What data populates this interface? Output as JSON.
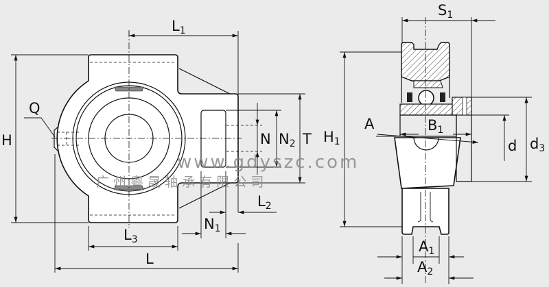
{
  "labels": {
    "L1": {
      "main": "L",
      "sub": "1"
    },
    "H": {
      "main": "H"
    },
    "Q": {
      "main": "Q"
    },
    "N": {
      "main": "N"
    },
    "N2": {
      "main": "N",
      "sub": "2"
    },
    "T": {
      "main": "T"
    },
    "L2": {
      "main": "L",
      "sub": "2"
    },
    "N1": {
      "main": "N",
      "sub": "1"
    },
    "L3": {
      "main": "L",
      "sub": "3"
    },
    "L": {
      "main": "L"
    },
    "S1": {
      "main": "S",
      "sub": "1"
    },
    "H1": {
      "main": "H",
      "sub": "1"
    },
    "A": {
      "main": "A"
    },
    "B1": {
      "main": "B",
      "sub": "1"
    },
    "d": {
      "main": "d"
    },
    "d3": {
      "main": "d",
      "sub": "3"
    },
    "A1": {
      "main": "A",
      "sub": "1"
    },
    "A2": {
      "main": "A",
      "sub": "2"
    }
  },
  "watermark": {
    "company": "广 州 粤 晟 轴 承 有 限 公 司",
    "url": "www.gdyszc.com"
  },
  "colors": {
    "background": "#ebebeb",
    "line": "#111111",
    "watermark": "#8a8a8a"
  }
}
